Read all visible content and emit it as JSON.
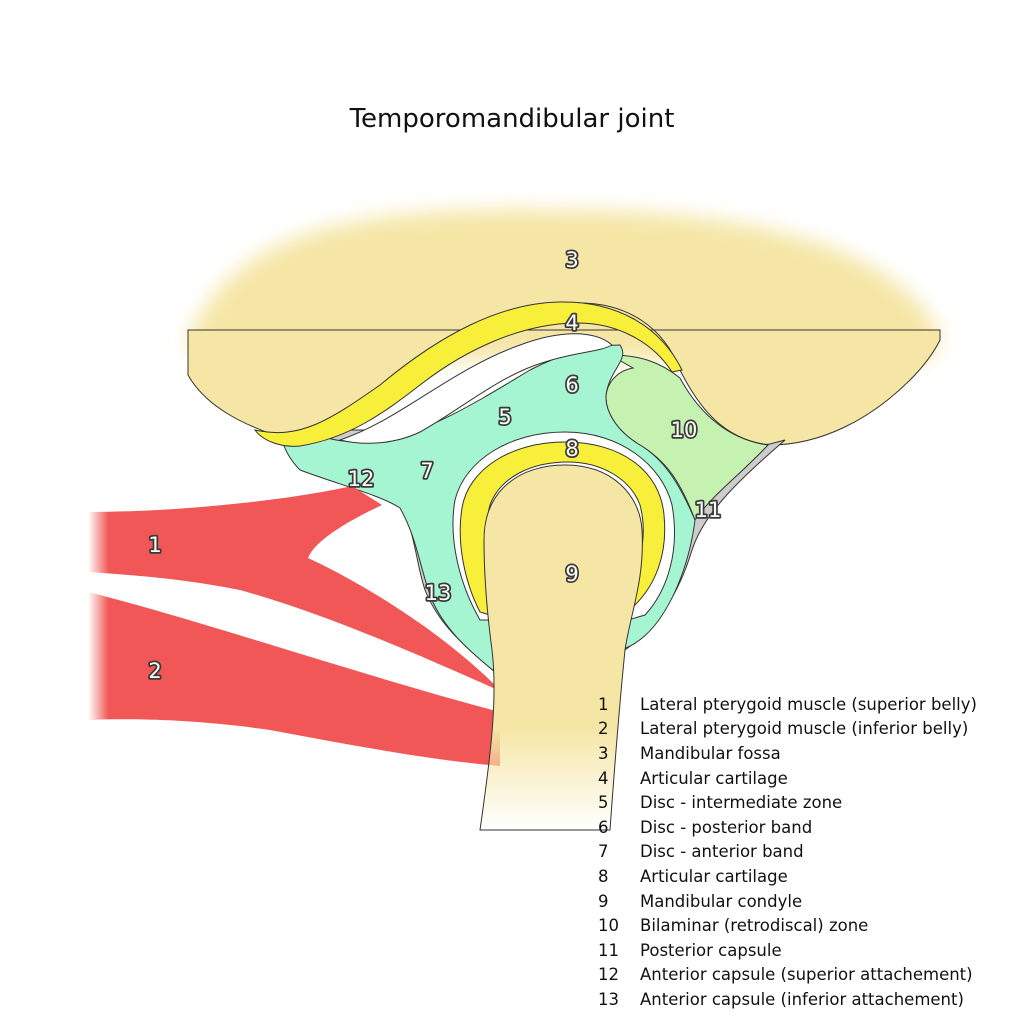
{
  "title": "Temporomandibular joint",
  "markers": {
    "m1": "1",
    "m2": "2",
    "m3": "3",
    "m4": "4",
    "m5": "5",
    "m6": "6",
    "m7": "7",
    "m8": "8",
    "m9": "9",
    "m10": "10",
    "m11": "11",
    "m12": "12",
    "m13": "13"
  },
  "legend": [
    {
      "num": "1",
      "label": "Lateral pterygoid muscle (superior belly)"
    },
    {
      "num": "2",
      "label": "Lateral pterygoid muscle (inferior belly)"
    },
    {
      "num": "3",
      "label": "Mandibular fossa"
    },
    {
      "num": "4",
      "label": "Articular cartilage"
    },
    {
      "num": "5",
      "label": "Disc - intermediate zone"
    },
    {
      "num": "6",
      "label": "Disc - posterior band"
    },
    {
      "num": "7",
      "label": "Disc - anterior band"
    },
    {
      "num": "8",
      "label": "Articular cartilage"
    },
    {
      "num": "9",
      "label": "Mandibular condyle"
    },
    {
      "num": "10",
      "label": "Bilaminar (retrodiscal) zone"
    },
    {
      "num": "11",
      "label": "Posterior capsule"
    },
    {
      "num": "12",
      "label": "Anterior capsule (superior attachement)"
    },
    {
      "num": "13",
      "label": "Anterior capsule (inferior attachement)"
    }
  ],
  "colors": {
    "bone": "#f5e6a6",
    "cartilage": "#f7ef3a",
    "disc": "#a6f5d2",
    "retrodiscal": "#c5f2b0",
    "capsule": "#cdcdcd",
    "muscle": "#f25757"
  }
}
